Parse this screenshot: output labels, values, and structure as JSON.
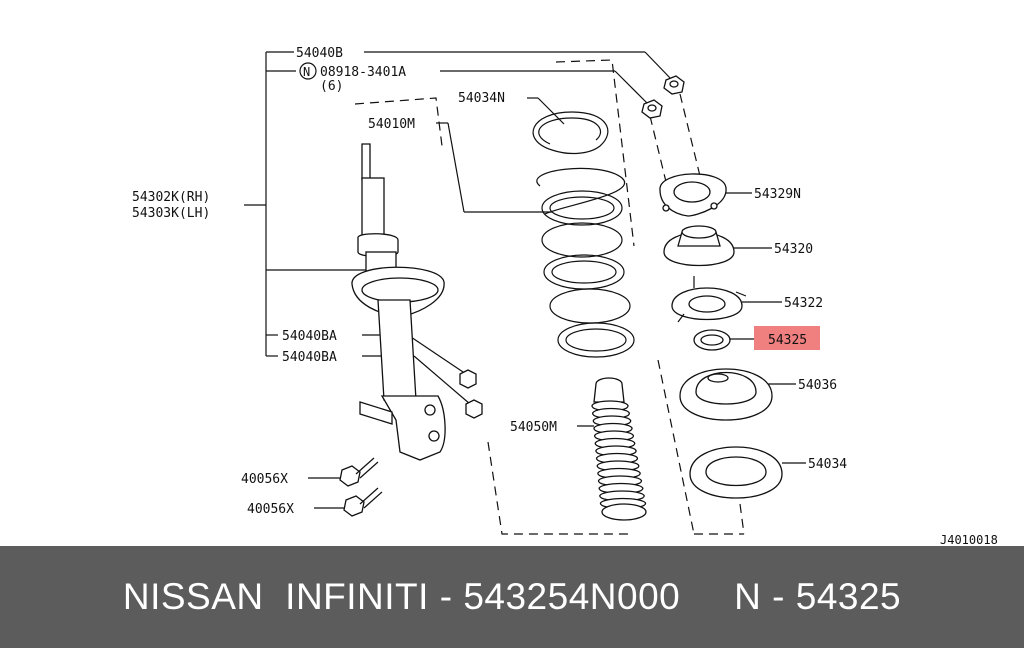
{
  "colors": {
    "highlight": "#f08080",
    "footer_bg": "#5c5c5c",
    "footer_text": "#ffffff"
  },
  "labels": {
    "l54040b": "54040B",
    "nut_circle": "N",
    "l08918": "08918-3401A",
    "qty6": "(6)",
    "l54034n": "54034N",
    "l54010m": "54010M",
    "l54302k": "54302K(RH)",
    "l54303k": "54303K(LH)",
    "l54329n": "54329N",
    "l54320": "54320",
    "l54322": "54322",
    "l54325": "54325",
    "l54036": "54036",
    "l54034": "54034",
    "l54050m": "54050M",
    "l54040ba_1": "54040BA",
    "l54040ba_2": "54040BA",
    "l40056x_1": "40056X",
    "l40056x_2": "40056X",
    "ref_code": "J4010018"
  },
  "footer": {
    "text": "NISSAN  INFINITI - 543254N000     N - 54325"
  }
}
